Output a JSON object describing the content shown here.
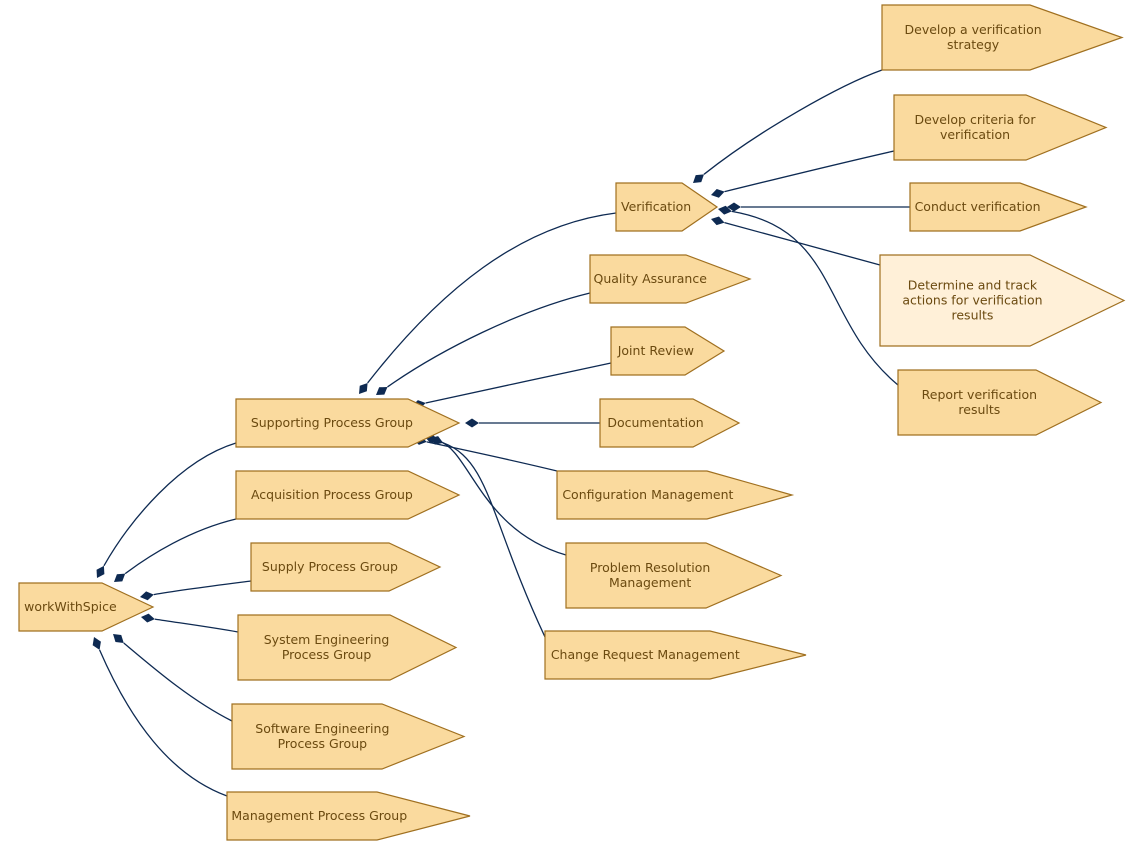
{
  "colors": {
    "node_fill": "#FADA9E",
    "node_fill_highlight": "#FFF0D8",
    "node_stroke": "#A07020",
    "text": "#6B4A10",
    "edge": "#0E2A52"
  },
  "nodes": {
    "workWithSpice": [
      "workWithSpice"
    ],
    "supporting": [
      "Supporting Process Group"
    ],
    "acquisition": [
      "Acquisition Process Group"
    ],
    "supply": [
      "Supply Process Group"
    ],
    "sysEng": [
      "System Engineering",
      "Process Group"
    ],
    "swEng": [
      "Software Engineering",
      "Process Group"
    ],
    "mgmt": [
      "Management Process Group"
    ],
    "verification": [
      "Verification"
    ],
    "qa": [
      "Quality Assurance"
    ],
    "jointReview": [
      "Joint Review"
    ],
    "documentation": [
      "Documentation"
    ],
    "configMgmt": [
      "Configuration Management"
    ],
    "problemRes": [
      "Problem Resolution",
      "Management"
    ],
    "changeReq": [
      "Change Request Management"
    ],
    "devStrategy": [
      "Develop a verification",
      "strategy"
    ],
    "devCriteria": [
      "Develop criteria for",
      "verification"
    ],
    "conductVer": [
      "Conduct verification"
    ],
    "determineTrack": [
      "Determine and track",
      "actions for verification",
      "results"
    ],
    "reportVer": [
      "Report verification",
      "results"
    ]
  }
}
